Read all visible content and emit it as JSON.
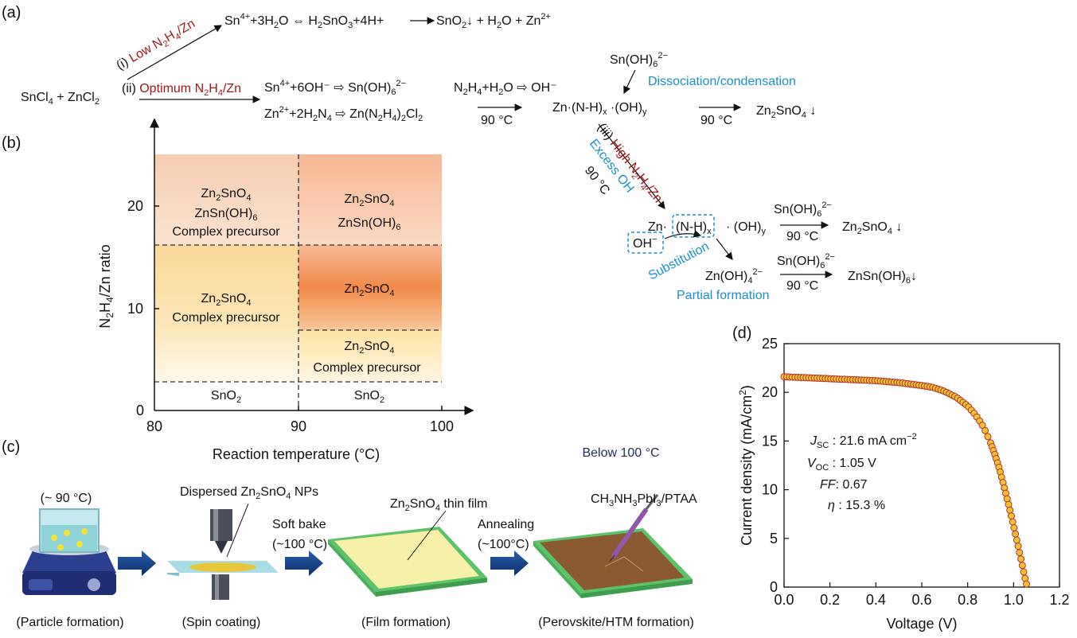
{
  "panels": {
    "a": "(a)",
    "b": "(b)",
    "c": "(c)",
    "d": "(d)"
  },
  "scheme_a": {
    "reactants": "SnCl4 + ZnCl2",
    "path_i_label": "(i) Low N2H4/Zn",
    "path_i_eq": "Sn4+ + 3H2O ⇔ H2SnO3 + 4H+ → SnO2↓ + H2O + Zn2+",
    "path_ii_label": "(ii) Optimum N2H4/Zn",
    "eq_sn": "Sn4+ + 6OH− ⇨ Sn(OH)6 2−",
    "eq_n2h4": "N2H4 + H2O ⇨ OH−",
    "eq_zn": "Zn2+ + 2H2N4 ⇨ Zn(N2H4)2Cl2",
    "cond_90": "90 °C",
    "complex": "Zn·(N-H)x·(OH)y",
    "sn_oh6": "Sn(OH)6 2−",
    "dissociation": "Dissociation/condensation",
    "product_zto": "Zn2SnO4 ↓",
    "path_iii_label": "(iii) High N2H4/Zn",
    "excess_oh": "Excess OH",
    "substitution": "Substitution",
    "oh_minus": "OH−",
    "zn_oh4": "Zn(OH)4 2−",
    "partial_formation": "Partial formation",
    "product_znsnoh6": "ZnSn(OH)6↓"
  },
  "phase_diagram": {
    "ylabel": "N2H4/Zn ratio",
    "xlabel": "Reaction temperature (°C)",
    "x_ticks": [
      "80",
      "90",
      "100"
    ],
    "y_ticks": [
      "0",
      "10",
      "20"
    ],
    "regions": [
      {
        "lines": [
          "Zn2SnO4",
          "ZnSn(OH)6",
          "Complex precursor"
        ],
        "x": [
          80,
          90
        ],
        "y": [
          16,
          25
        ]
      },
      {
        "lines": [
          "Zn2SnO4",
          "ZnSn(OH)6"
        ],
        "x": [
          90,
          100
        ],
        "y": [
          16,
          25
        ]
      },
      {
        "lines": [
          "Zn2SnO4",
          "Complex precursor"
        ],
        "x": [
          80,
          90
        ],
        "y": [
          3,
          16
        ]
      },
      {
        "lines": [
          "Zn2SnO4"
        ],
        "x": [
          90,
          100
        ],
        "y": [
          8,
          16
        ]
      },
      {
        "lines": [
          "Zn2SnO4",
          "Complex precursor"
        ],
        "x": [
          90,
          100
        ],
        "y": [
          3,
          8
        ]
      },
      {
        "lines": [
          "SnO2"
        ],
        "x": [
          80,
          90
        ],
        "y": [
          0,
          3
        ]
      },
      {
        "lines": [
          "SnO2"
        ],
        "x": [
          90,
          100
        ],
        "y": [
          0,
          3
        ]
      }
    ]
  },
  "process": {
    "temp_note": "(~ 90 °C)",
    "below_100": "Below 100 °C",
    "dispersed": "Dispersed Zn2SnO4 NPs",
    "soft_bake": "Soft bake (~100 °C)",
    "thin_film": "Zn2SnO4 thin film",
    "annealing": "Annealing (~100°C)",
    "perovskite_label": "CH3NH3PbI3/PTAA",
    "steps": [
      "(Particle formation)",
      "(Spin coating)",
      "(Film formation)",
      "(Perovskite/HTM  formation)"
    ]
  },
  "chart_data": {
    "type": "scatter",
    "xlabel": "Voltage (V)",
    "ylabel": "Current density (mA/cm2)",
    "xlim": [
      0,
      1.2
    ],
    "ylim": [
      0,
      25
    ],
    "x_ticks": [
      "0.0",
      "0.2",
      "0.4",
      "0.6",
      "0.8",
      "1.0",
      "1.2"
    ],
    "y_ticks": [
      "0",
      "5",
      "10",
      "15",
      "20",
      "25"
    ],
    "annotations": [
      "JSC : 21.6 mA cm−2",
      "VOC : 1.05 V",
      "FF: 0.67",
      "η : 15.3 %"
    ],
    "x": [
      0.0,
      0.1,
      0.2,
      0.3,
      0.4,
      0.5,
      0.6,
      0.65,
      0.7,
      0.75,
      0.8,
      0.83,
      0.86,
      0.88,
      0.9,
      0.92,
      0.94,
      0.96,
      0.98,
      1.0,
      1.02,
      1.03,
      1.04,
      1.05,
      1.055,
      1.06
    ],
    "y": [
      21.6,
      21.5,
      21.4,
      21.3,
      21.2,
      21.0,
      20.7,
      20.5,
      20.1,
      19.5,
      18.6,
      17.8,
      16.8,
      15.9,
      14.8,
      13.5,
      12.0,
      10.2,
      8.3,
      6.3,
      4.2,
      3.1,
      2.0,
      0.9,
      0.4,
      0.0
    ],
    "colors": {
      "marker_fill": "#f2c233",
      "marker_stroke": "#b0322a",
      "line": "#b0322a"
    }
  }
}
